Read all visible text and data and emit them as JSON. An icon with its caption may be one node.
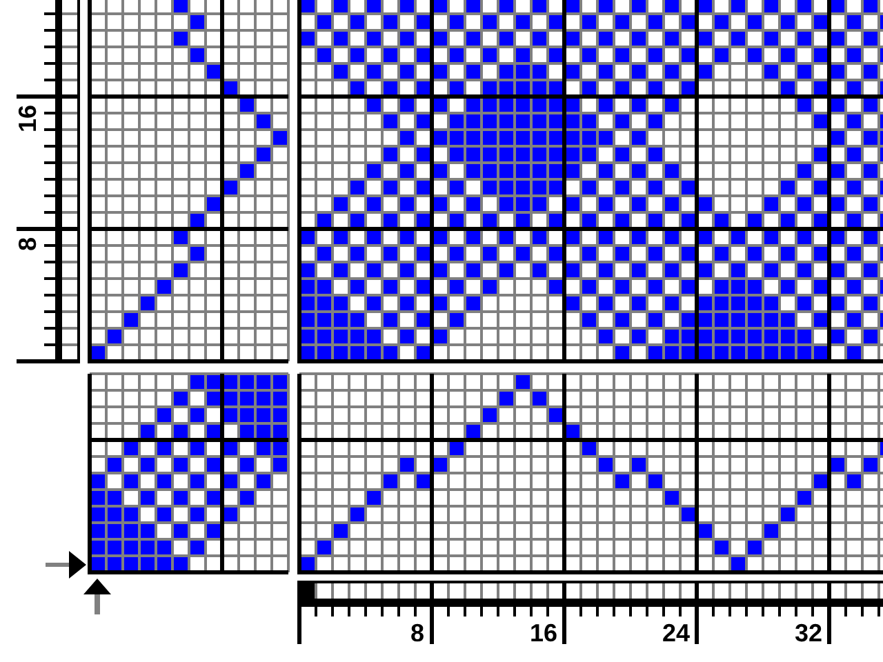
{
  "diagram": {
    "labels": [
      "16",
      "8",
      "8",
      "16",
      "24",
      "32"
    ]
  }
}
